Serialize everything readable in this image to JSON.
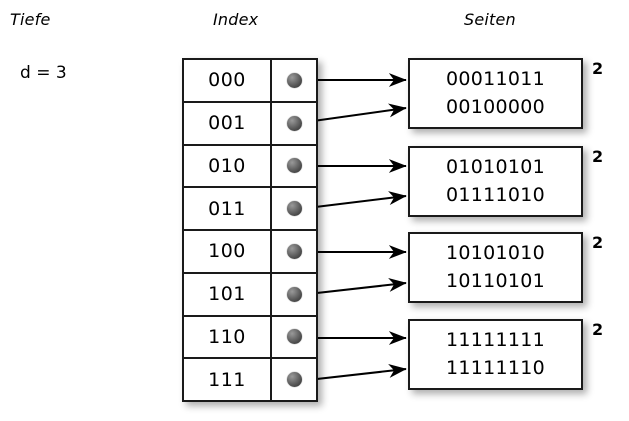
{
  "headings": {
    "depth": "Tiefe",
    "index": "Index",
    "pages": "Seiten"
  },
  "depth": {
    "label": "d = 3"
  },
  "index_table": {
    "rows": [
      {
        "key": "000",
        "pointer_icon": "bullet-dot-icon",
        "target_page": 0
      },
      {
        "key": "001",
        "pointer_icon": "bullet-dot-icon",
        "target_page": 0
      },
      {
        "key": "010",
        "pointer_icon": "bullet-dot-icon",
        "target_page": 1
      },
      {
        "key": "011",
        "pointer_icon": "bullet-dot-icon",
        "target_page": 1
      },
      {
        "key": "100",
        "pointer_icon": "bullet-dot-icon",
        "target_page": 2
      },
      {
        "key": "101",
        "pointer_icon": "bullet-dot-icon",
        "target_page": 2
      },
      {
        "key": "110",
        "pointer_icon": "bullet-dot-icon",
        "target_page": 3
      },
      {
        "key": "111",
        "pointer_icon": "bullet-dot-icon",
        "target_page": 3
      }
    ]
  },
  "pages": [
    {
      "line1": "00011011",
      "line2": "00100000",
      "badge": "2"
    },
    {
      "line1": "01010101",
      "line2": "01111010",
      "badge": "2"
    },
    {
      "line1": "10101010",
      "line2": "10110101",
      "badge": "2"
    },
    {
      "line1": "11111111",
      "line2": "11111110",
      "badge": "2"
    }
  ],
  "colors": {
    "stroke": "#1a1a1a",
    "background": "#ffffff",
    "dot": "#4a4a4a"
  }
}
